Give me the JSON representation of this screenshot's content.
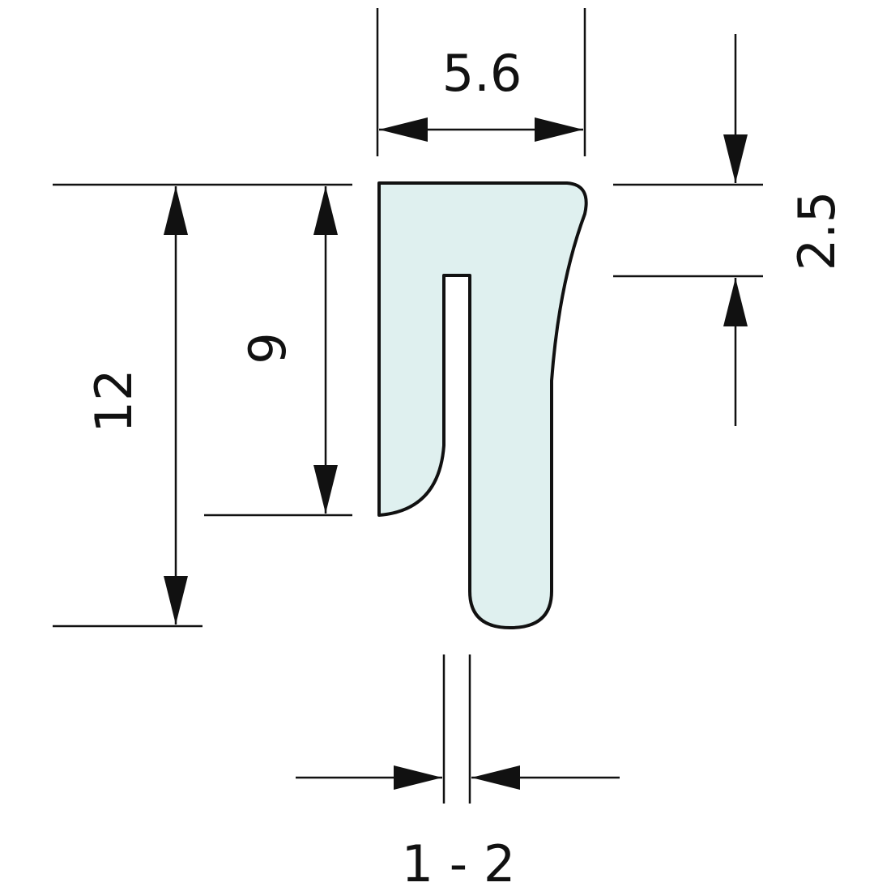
{
  "diagram": {
    "profile_fill": "#dff0ef",
    "profile_stroke": "#111111",
    "dimensions": {
      "width_top": "5.6",
      "total_height": "12",
      "lip_height": "9",
      "top_thickness": "2.5",
      "slot_width": "1 - 2"
    }
  }
}
